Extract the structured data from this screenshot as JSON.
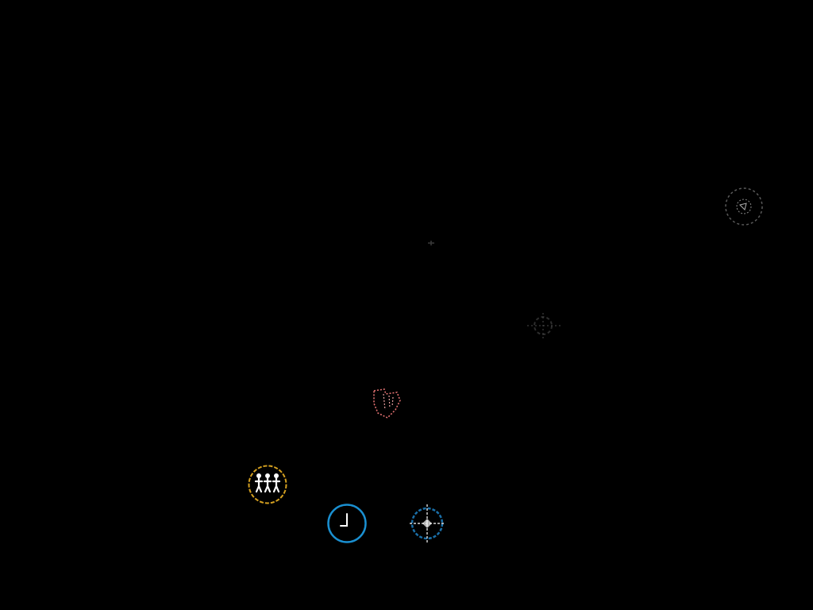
{
  "colors": {
    "background": "#000000",
    "pink_token": "#e07070",
    "gold_ring": "#d4a020",
    "blue_ring": "#1a8fd0",
    "blue_ring_dim": "#1a6fa8",
    "grey_ring": "#6a6a6a",
    "white": "#ffffff"
  },
  "tokens": [
    {
      "name": "grey-ring-token",
      "icon": "dashed-grey-ring-icon"
    },
    {
      "name": "faint-dot-token",
      "icon": "faint-dot-icon"
    },
    {
      "name": "crosshair-token",
      "icon": "faint-crosshair-icon"
    },
    {
      "name": "pink-shield-token",
      "icon": "pink-shield-icon"
    },
    {
      "name": "group-token",
      "icon": "three-figures-icon"
    },
    {
      "name": "clock-token",
      "icon": "clock-icon"
    },
    {
      "name": "target-token",
      "icon": "target-crosshair-icon"
    }
  ]
}
